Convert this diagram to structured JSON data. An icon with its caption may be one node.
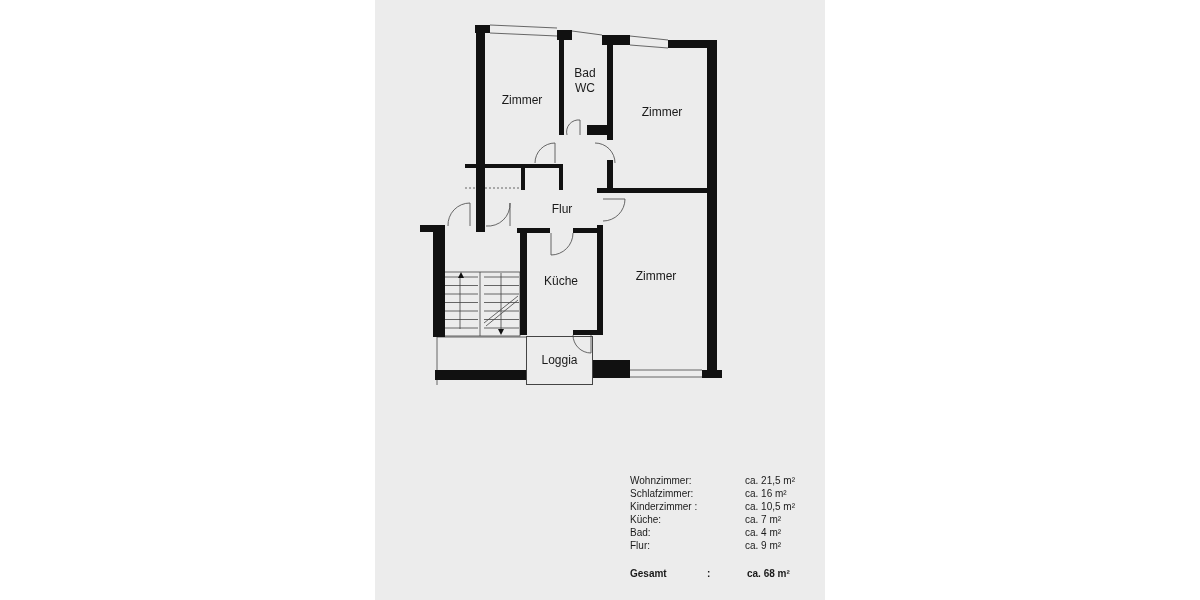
{
  "diagram": {
    "nodes": [
      {
        "text": [
          "Zimmer"
        ]
      },
      {
        "text": [
          "Bad WC"
        ]
      },
      {
        "text": [
          "Zimmer"
        ]
      },
      {
        "text": [
          "Flur"
        ]
      },
      {
        "text": [
          "Küche"
        ]
      },
      {
        "text": [
          "Zimmer"
        ]
      },
      {
        "text": [
          "Loggia"
        ]
      }
    ],
    "labels": [
      "Wohnzimmer:",
      "ca. 21,5 m²",
      "Schlafzimmer:",
      "ca. 16 m²",
      "Kinderzimmer :",
      "ca. 10,5 m²",
      "Küche:",
      "ca. 7 m²",
      "Bad:",
      "ca. 4 m²",
      "Flur:",
      "ca. 9 m²",
      "Gesamt",
      ":",
      "ca. 68 m²"
    ]
  }
}
